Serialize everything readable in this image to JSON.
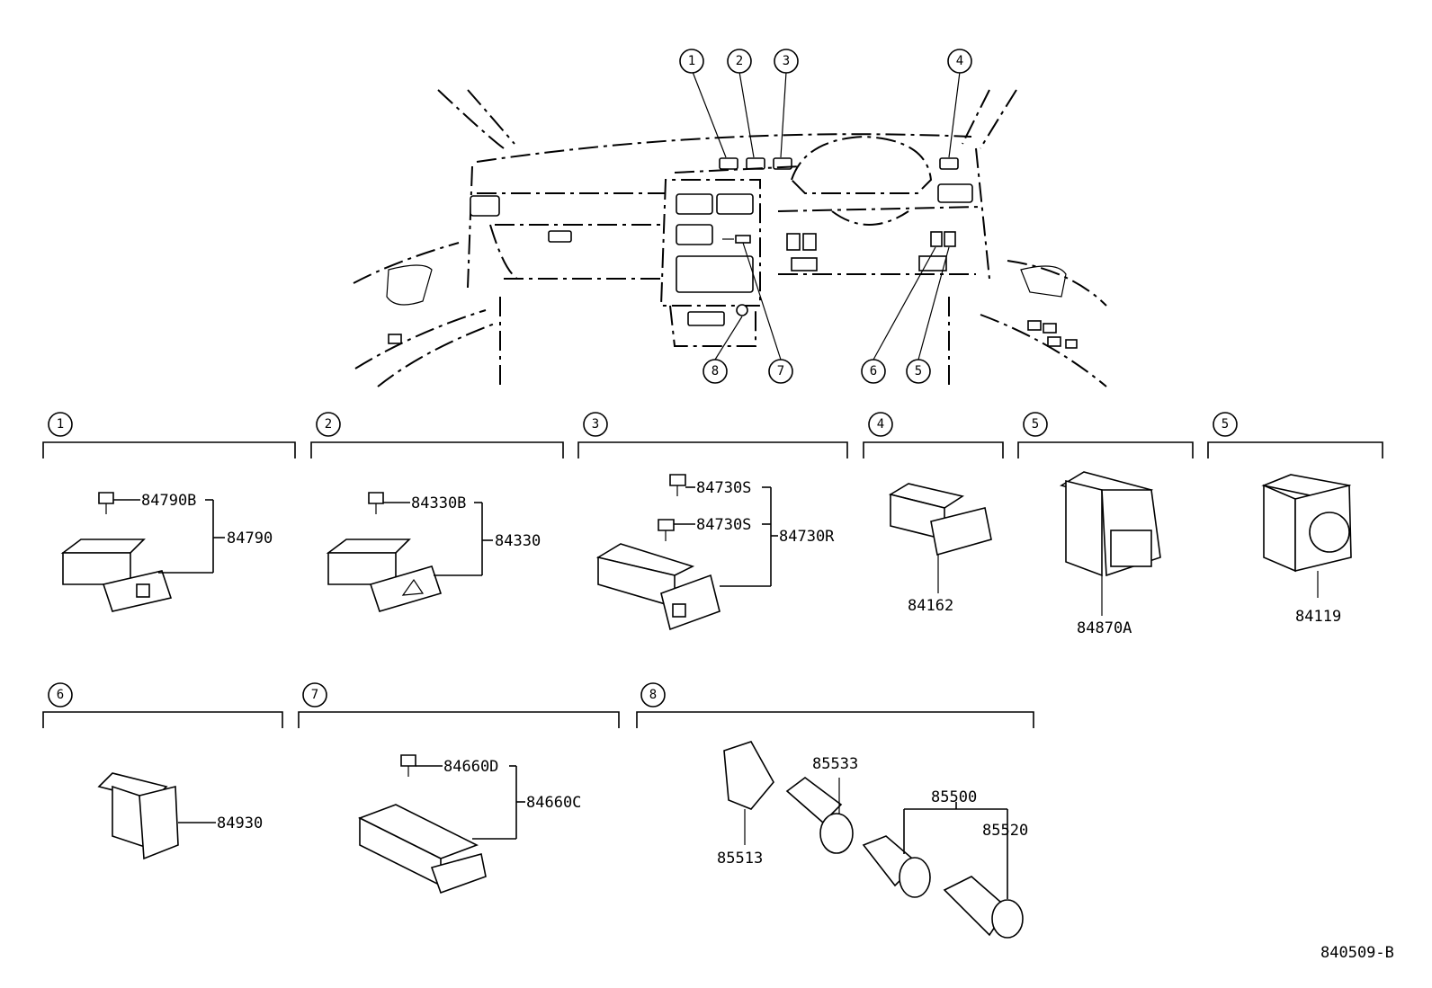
{
  "diagram": {
    "callouts_overview": [
      "1",
      "2",
      "3",
      "4",
      "5",
      "6",
      "7",
      "8"
    ],
    "groups": [
      {
        "index": "1",
        "parts": [
          "84790B",
          "84790"
        ]
      },
      {
        "index": "2",
        "parts": [
          "84330B",
          "84330"
        ]
      },
      {
        "index": "3",
        "parts": [
          "84730S",
          "84730S",
          "84730R"
        ]
      },
      {
        "index": "4",
        "parts": [
          "84162"
        ]
      },
      {
        "index": "5",
        "parts": [
          "84870A"
        ]
      },
      {
        "index": "5",
        "parts": [
          "84119"
        ]
      },
      {
        "index": "6",
        "parts": [
          "84930"
        ]
      },
      {
        "index": "7",
        "parts": [
          "84660D",
          "84660C"
        ]
      },
      {
        "index": "8",
        "parts": [
          "85533",
          "85500",
          "85520",
          "85513"
        ]
      }
    ],
    "drawing_id": "840509-B"
  }
}
